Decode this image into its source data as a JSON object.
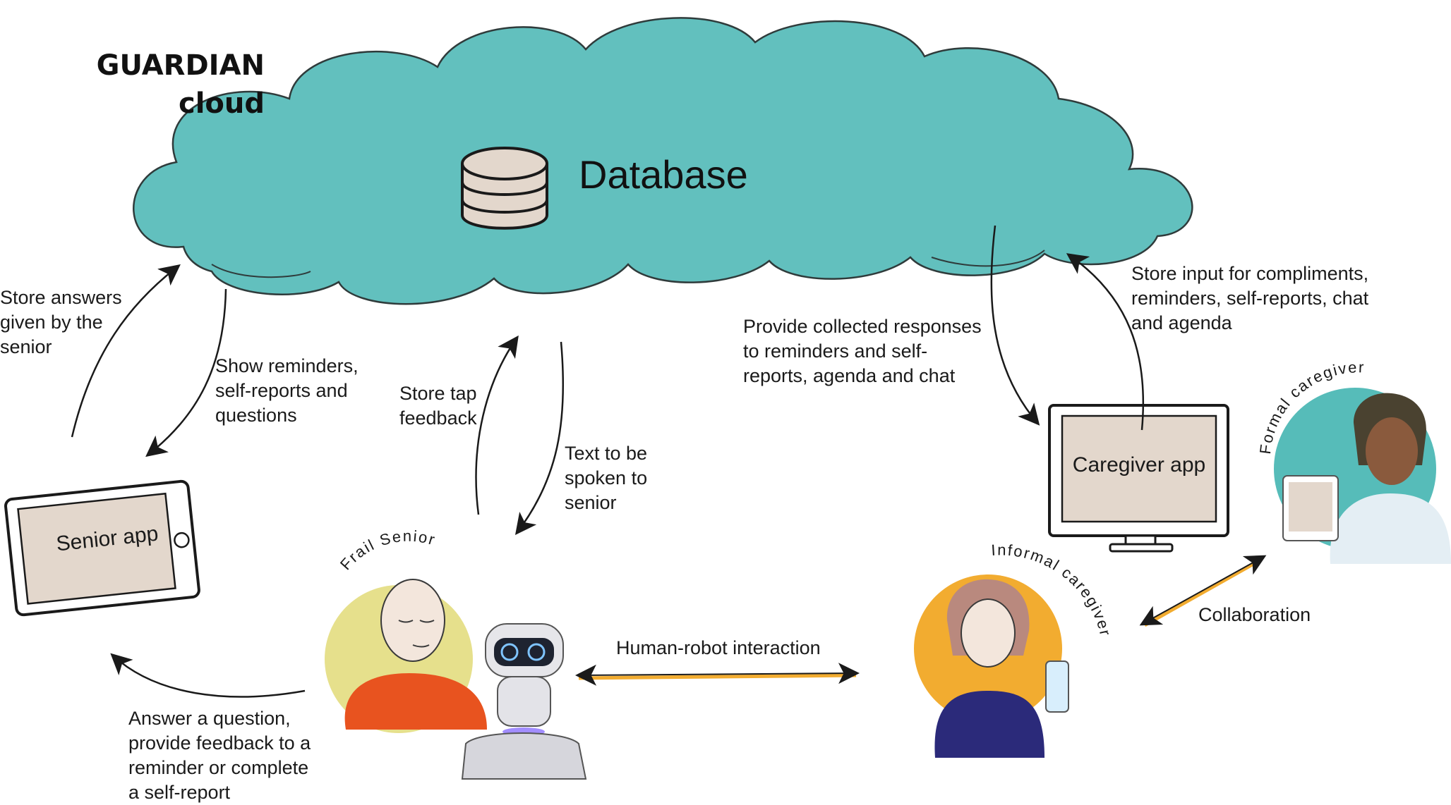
{
  "title": "GUARDIAN\ncloud",
  "database": {
    "label": "Database",
    "icon": "database-icon"
  },
  "apps": {
    "senior": "Senior app",
    "caregiver": "Caregiver app"
  },
  "actors": {
    "frail_senior": "Frail Senior",
    "informal_caregiver": "Informal caregiver",
    "formal_caregiver": "Formal caregiver"
  },
  "flows": {
    "store_answers": "Store answers\ngiven by the\nsenior",
    "show_reminders": "Show reminders,\nself-reports and\nquestions",
    "store_tap": "Store tap\nfeedback",
    "text_spoken": "Text to be\nspoken to\nsenior",
    "provide_collected": "Provide collected responses\nto reminders and self-\nreports, agenda and chat",
    "store_input": "Store input for compliments,\nreminders, self-reports, chat\nand agenda",
    "answer_question": "Answer a question,\nprovide feedback to a\nreminder or complete\na self-report",
    "human_robot": "Human-robot interaction",
    "collaboration": "Collaboration"
  },
  "colors": {
    "cloud": "#62c0be",
    "screen": "#e3d7cc",
    "senior_circle": "#e6e08c",
    "informal_circle": "#f2ac30",
    "formal_circle": "#56bcb9",
    "arrow_accent": "#f2ac30"
  }
}
